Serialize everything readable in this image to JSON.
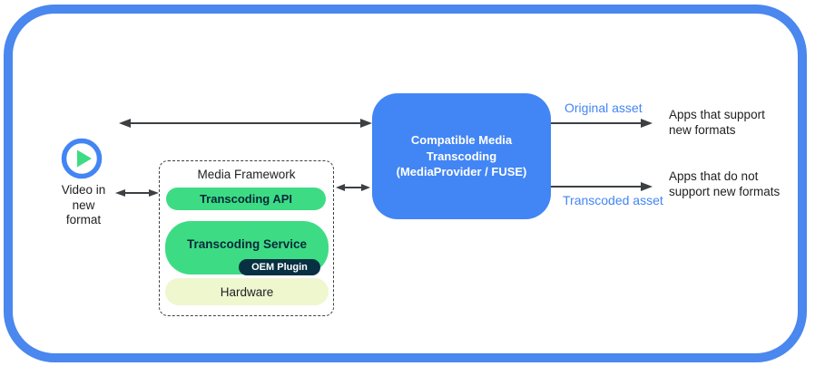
{
  "diagram": {
    "video_source": {
      "icon": "play-icon",
      "label": "Video in\nnew\nformat"
    },
    "media_framework": {
      "title": "Media Framework",
      "layers": [
        {
          "label": "Transcoding API"
        },
        {
          "label": "Transcoding Service",
          "badge": "OEM Plugin"
        },
        {
          "label": "Hardware"
        }
      ]
    },
    "transcoder": {
      "label": "Compatible Media\nTranscoding\n(MediaProvider / FUSE)"
    },
    "outputs": [
      {
        "asset": "Original asset",
        "target": "Apps that support\nnew formats"
      },
      {
        "asset": "Transcoded asset",
        "target": "Apps that do not\nsupport new formats"
      }
    ],
    "colors": {
      "frame_blue": "#4a87ee",
      "transcoder_blue": "#4285f4",
      "android_green": "#3ddc84",
      "dark_navy": "#073042",
      "pale_green": "#eff7cf",
      "arrow_gray": "#3c4043",
      "asset_label_blue": "#4285f4"
    }
  }
}
